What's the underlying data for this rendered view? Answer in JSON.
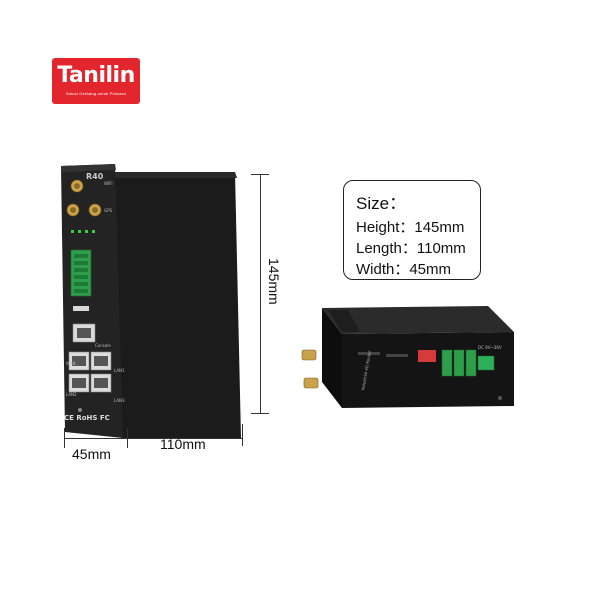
{
  "brand": {
    "name": "Tanilin",
    "tagline": "Solusi Gerbang untuk Pintaran",
    "color": "#e3262d"
  },
  "device_front": {
    "model_label": "R40",
    "antenna_labels": [
      "WIFI",
      "GPS"
    ],
    "port_labels": [
      "Console",
      "WAN",
      "LAN1",
      "LAN2",
      "LAN3"
    ],
    "certification": "CE RoHS FC"
  },
  "device_side": {
    "product_text": "Industrial 4G Router",
    "power_label": "DC 9V~36V"
  },
  "dimensions": {
    "height_label": "145mm",
    "length_label": "110mm",
    "width_label": "45mm"
  },
  "size_box": {
    "title": "Size：",
    "height": "Height：145mm",
    "length": "Length：110mm",
    "width": "Width：45mm"
  }
}
